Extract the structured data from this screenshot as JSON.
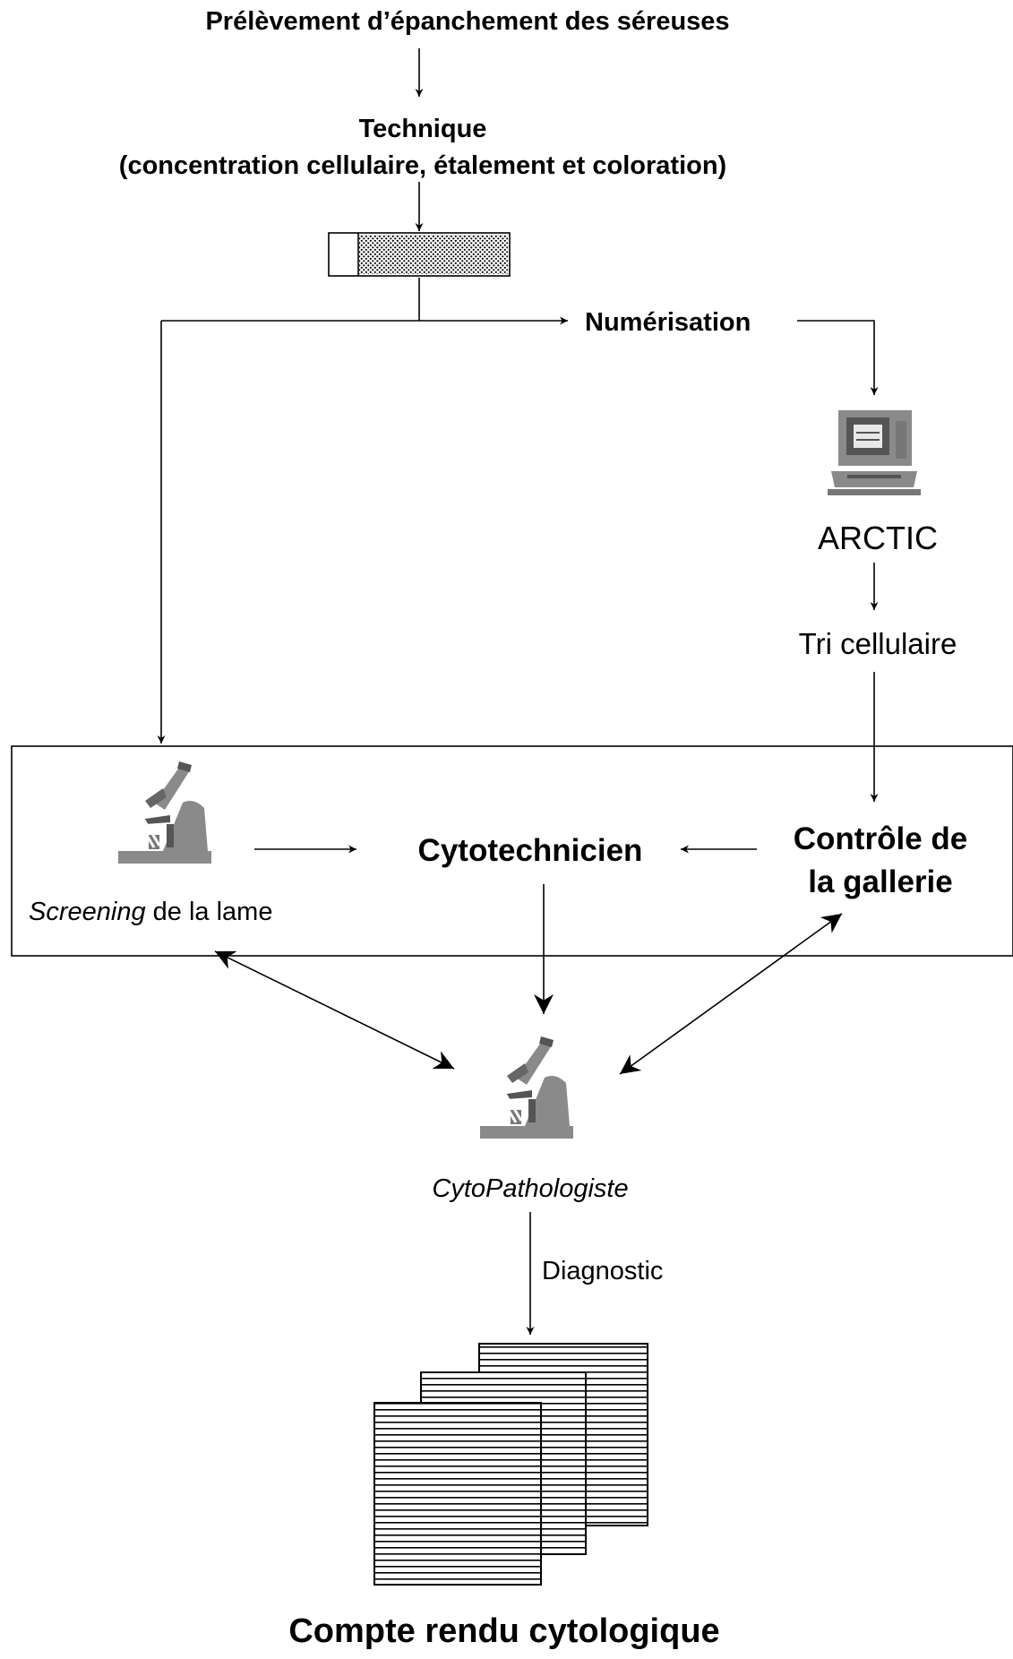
{
  "steps": {
    "sampling": "Prélèvement d’épanchement des séreuses",
    "technique_title": "Technique",
    "technique_detail": "(concentration cellulaire, étalement et coloration)",
    "digitization": "Numérisation",
    "system": "ARCTIC",
    "cell_sort": "Tri cellulaire",
    "screening_italic": "Screening",
    "screening_rest": " de la lame",
    "cytotech": "Cytotechnicien",
    "gallery_line1": "Contrôle de",
    "gallery_line2": "la gallerie",
    "pathologist": "CytoPathologiste",
    "diagnostic": "Diagnostic",
    "report": "Compte rendu cytologique"
  },
  "icons": {
    "slide": "glass-slide-icon",
    "computer": "computer-icon",
    "microscope": "microscope-icon",
    "report": "report-pages-icon"
  },
  "colors": {
    "ink": "#000000",
    "device_grey": "#8a8a8a",
    "screen_dark": "#555555",
    "background": "#ffffff"
  }
}
